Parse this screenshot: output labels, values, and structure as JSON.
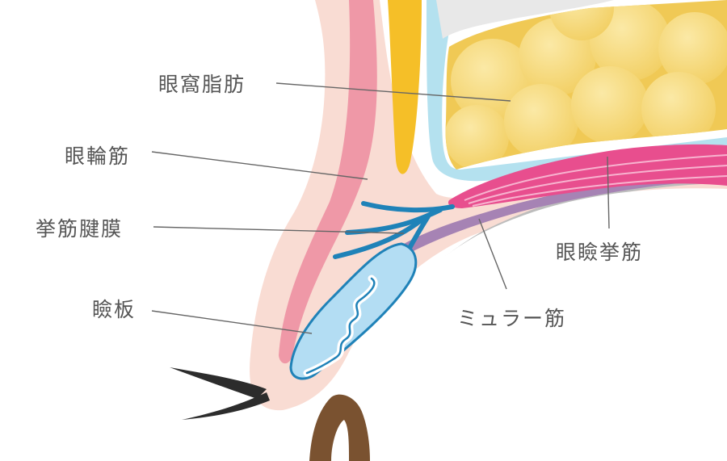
{
  "labels": {
    "orbital_fat": "眼窩脂肪",
    "orbicularis": "眼輪筋",
    "aponeurosis": "挙筋腱膜",
    "tarsus": "瞼板",
    "levator": "眼瞼挙筋",
    "muller": "ミュラー筋"
  },
  "colors": {
    "skin": "#f9dcd3",
    "orbicularis_pink": "#ef98a7",
    "fat_yellow": "#f7dc7d",
    "septum_blue": "#b4e1ef",
    "aponeurosis_blue": "#1f82b8",
    "tarsus_fill": "#b3ddf3",
    "levator_magenta": "#e84e8e",
    "muller_purple": "#a683b4",
    "eyeball_gray": "#bdbdbd",
    "orange_band": "#f5bf28",
    "brow_brown": "#7a5230",
    "lash_dark": "#2c2c2c",
    "leader_line": "#666666"
  }
}
